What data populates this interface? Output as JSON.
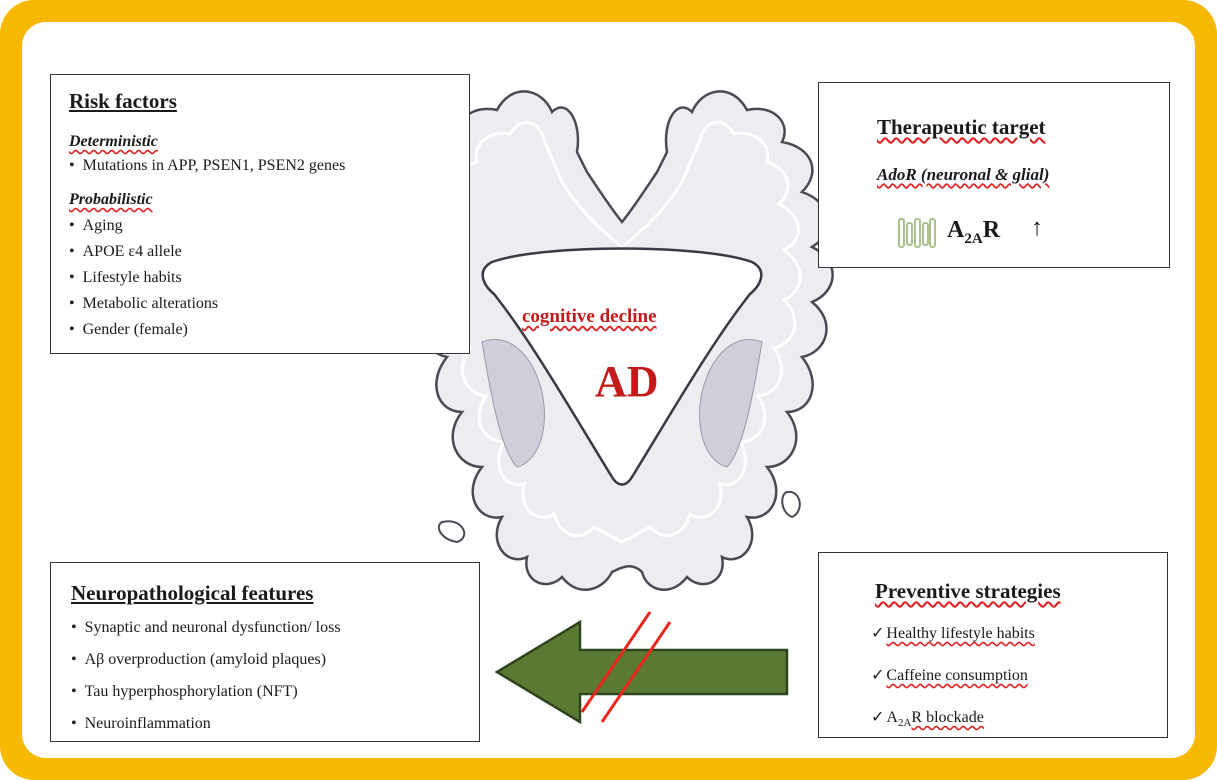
{
  "risk_factors": {
    "title": "Risk factors",
    "deterministic_label": "Deterministic",
    "deterministic_items": [
      "Mutations in APP, PSEN1, PSEN2 genes"
    ],
    "probabilistic_label": "Probabilistic",
    "probabilistic_items": [
      "Aging",
      "APOE ε4 allele",
      "Lifestyle habits",
      "Metabolic alterations",
      "Gender (female)"
    ]
  },
  "therapeutic": {
    "title": "Therapeutic target",
    "subtitle": "AdoR (neuronal & glial)",
    "receptor_prefix": "A",
    "receptor_sub": "2A",
    "receptor_suffix": "R",
    "arrow": "↑",
    "icon": "receptor-icon"
  },
  "center": {
    "cognitive": "cognitive decline",
    "ad": "AD"
  },
  "neuropath": {
    "title": "Neuropathological features",
    "items": [
      "Synaptic and neuronal dysfunction/ loss",
      "Aβ overproduction (amyloid plaques)",
      "Tau hyperphosphorylation (NFT)",
      "Neuroinflammation"
    ]
  },
  "preventive": {
    "title": "Preventive strategies",
    "check": "✓",
    "items": [
      {
        "pre": "Healthy lifestyle habits",
        "sub": "",
        "post": ""
      },
      {
        "pre": "Caffeine consumption",
        "sub": "",
        "post": ""
      },
      {
        "pre": "A",
        "sub": "2A",
        "post": "R blockade"
      }
    ]
  },
  "colors": {
    "frame": "#f6b800",
    "arrow": "#5a7a34",
    "strike": "#e8281e",
    "ad_red": "#c41a1a",
    "brain_fill": "#e9e9ee"
  }
}
